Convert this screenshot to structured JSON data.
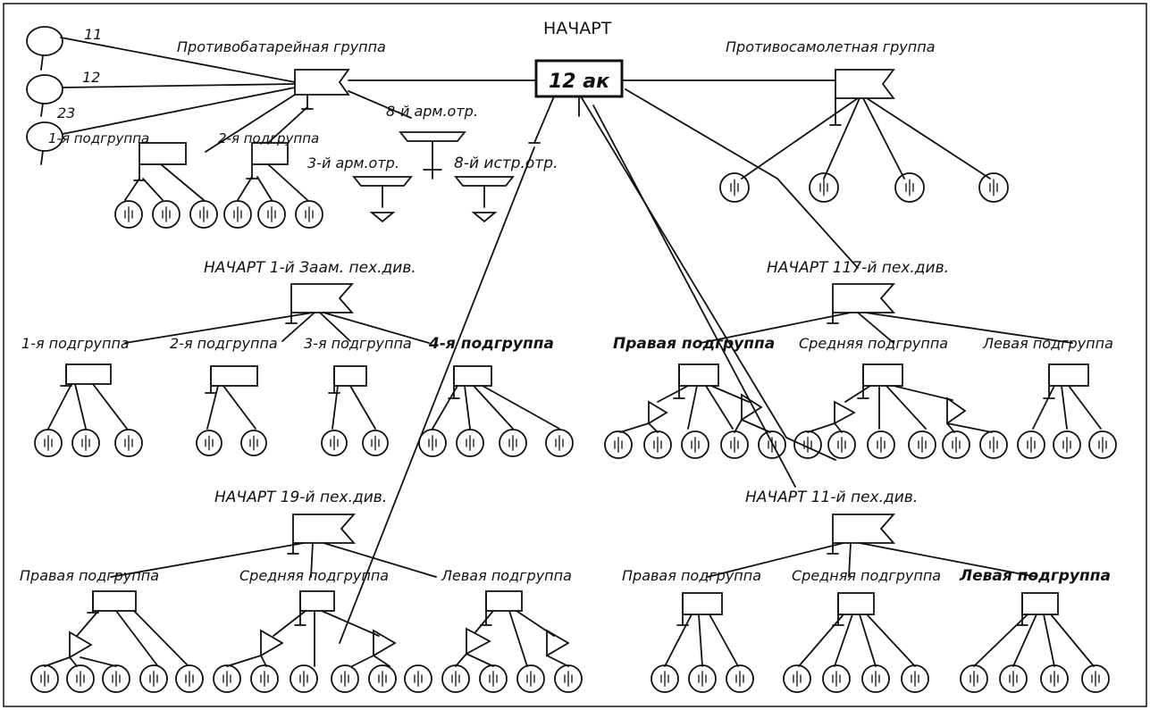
{
  "colors": {
    "ink": "#111111",
    "paper": "#ffffff"
  },
  "hq": {
    "title": "НАЧАРТ",
    "box_label": "12 ак"
  },
  "balloons": [
    {
      "label": "11"
    },
    {
      "label": "12"
    },
    {
      "label": "23"
    }
  ],
  "counter_battery": {
    "title": "Противобатарейная группа",
    "subgroups": [
      {
        "label": "1-я подгруппа"
      },
      {
        "label": "2-я подгруппа"
      }
    ]
  },
  "anti_aircraft": {
    "title": "Противосамолетная группа"
  },
  "aviation": [
    {
      "label": "8-й арм.отр."
    },
    {
      "label": "3-й арм.отр."
    },
    {
      "label": "8-й истр.отр."
    }
  ],
  "divisions": [
    {
      "title": "НАЧАРТ 1-й Зaам. пех.див.",
      "subgroups": [
        {
          "label": "1-я подгруппа"
        },
        {
          "label": "2-я подгруппа"
        },
        {
          "label": "3-я подгруппа"
        },
        {
          "label": "4-я подгруппа"
        }
      ]
    },
    {
      "title": "НАЧАРТ 117-й пех.див.",
      "subgroups": [
        {
          "label": "Правая подгруппа"
        },
        {
          "label": "Средняя подгруппа"
        },
        {
          "label": "Левая подгруппа"
        }
      ]
    },
    {
      "title": "НАЧАРТ 19-й пех.див.",
      "subgroups": [
        {
          "label": "Правая подгруппа"
        },
        {
          "label": "Средняя подгруппа"
        },
        {
          "label": "Левая подгруппа"
        }
      ]
    },
    {
      "title": "НАЧАРТ 11-й пех.див.",
      "subgroups": [
        {
          "label": "Правая подгруппа"
        },
        {
          "label": "Средняя подгруппа"
        },
        {
          "label": "Левая подгруппа"
        }
      ]
    }
  ]
}
